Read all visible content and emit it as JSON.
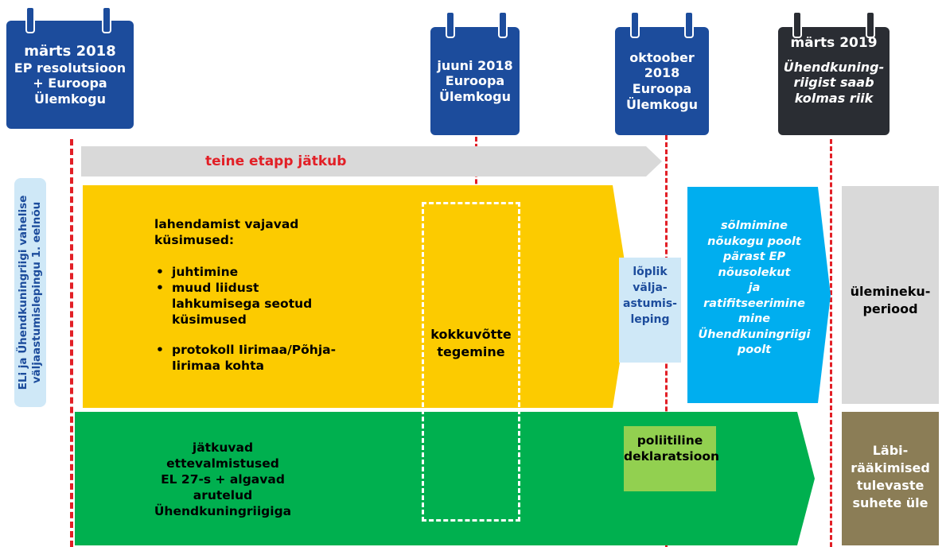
{
  "calendars": [
    {
      "id": "mar2018",
      "lines": [
        "märts 2018",
        "EP resolutsioon",
        "+ Euroopa",
        "Ülemkogu"
      ]
    },
    {
      "id": "jun2018",
      "lines": [
        "juuni 2018",
        "Euroopa",
        "Ülemkogu"
      ]
    },
    {
      "id": "oct2018",
      "lines": [
        "oktoober",
        "2018",
        "Euroopa",
        "Ülemkogu"
      ]
    },
    {
      "id": "mar2019",
      "title": "märts 2019",
      "lines": [
        "Ühendkuning-",
        "riigist saab",
        "kolmas riik"
      ]
    }
  ],
  "side_label": {
    "lines": [
      "ELi ja Ühendkuningriigi vahelise",
      "väljaastumislepingu 1. eelnõu"
    ]
  },
  "gray_arrow": {
    "label": "teine etapp jätkub"
  },
  "yellow_block": {
    "heading": [
      "lahendamist vajavad",
      "küsimused:"
    ],
    "bullets": [
      [
        "juhtimine"
      ],
      [
        "muud liidust",
        "lahkumisega seotud",
        "küsimused"
      ],
      [
        "protokoll Iirimaa/Põhja-",
        "Iirimaa kohta"
      ]
    ]
  },
  "dashed_box": {
    "lines": [
      "kokkuvõtte",
      "tegemine"
    ]
  },
  "final_agreement": {
    "lines": [
      "lõplik",
      "välja-",
      "astumis-",
      "leping"
    ]
  },
  "conclusion_block": {
    "lines": [
      "sõlmimine",
      "nõukogu poolt",
      "pärast EP",
      "nõusolekut",
      "ja",
      "ratifitseerimine",
      "mine",
      "Ühendkuningriigi",
      "poolt"
    ]
  },
  "transition_block": {
    "lines": [
      "ülemineku-",
      "periood"
    ]
  },
  "green_block": {
    "lines": [
      "jätkuvad",
      "ettevalmistused",
      "EL 27-s + algavad",
      "arutelud",
      "Ühendkuningriigiga"
    ]
  },
  "political_declaration": {
    "lines": [
      "poliitiline",
      "deklaratsioon"
    ]
  },
  "negotiations_block": {
    "lines": [
      "Läbi-",
      "rääkimised",
      "tulevaste",
      "suhete üle"
    ]
  },
  "colors": {
    "blue_calendar": "#1c4c9c",
    "dark_calendar": "#2a2d33",
    "yellow": "#fccb00",
    "green": "#00b04f",
    "light_green": "#92d050",
    "cyan": "#00aeef",
    "light_blue": "#cfe8f7",
    "gray": "#d9d9d9",
    "olive": "#8b7d56",
    "red_dash": "#e21f26"
  }
}
